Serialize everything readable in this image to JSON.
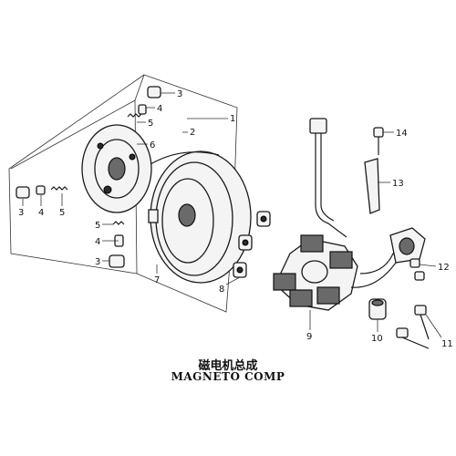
{
  "diagram": {
    "title_cn": "磁电机总成",
    "title_en": "MAGNETO COMP",
    "callouts": {
      "c1": "1",
      "c2": "2",
      "c3a": "3",
      "c4a": "4",
      "c5a": "5",
      "c6": "6",
      "c3b": "3",
      "c4b": "4",
      "c5b": "5",
      "c5c": "5",
      "c4c": "4",
      "c3c": "3",
      "c7": "7",
      "c8": "8",
      "c9": "9",
      "c10": "10",
      "c11": "11",
      "c12": "12",
      "c13": "13",
      "c14": "14"
    }
  }
}
